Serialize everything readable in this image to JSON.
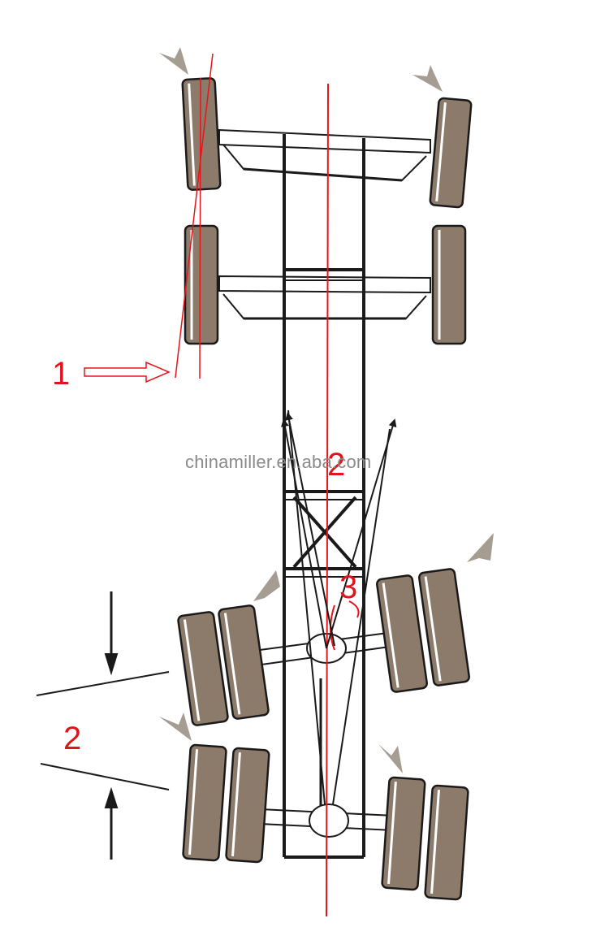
{
  "labels": {
    "label_1": "1",
    "label_2_center": "2",
    "label_3": "3",
    "label_2_left": "2"
  },
  "watermark": "chinamiller.en.aba.com",
  "colors": {
    "tire_fill": "#8c7b6b",
    "tire_highlight": "#ffffff",
    "frame_stroke": "#1a1a1a",
    "reference_line": "#e8141b",
    "label_red": "#e0141b",
    "pointer_gray": "#a59d92"
  }
}
